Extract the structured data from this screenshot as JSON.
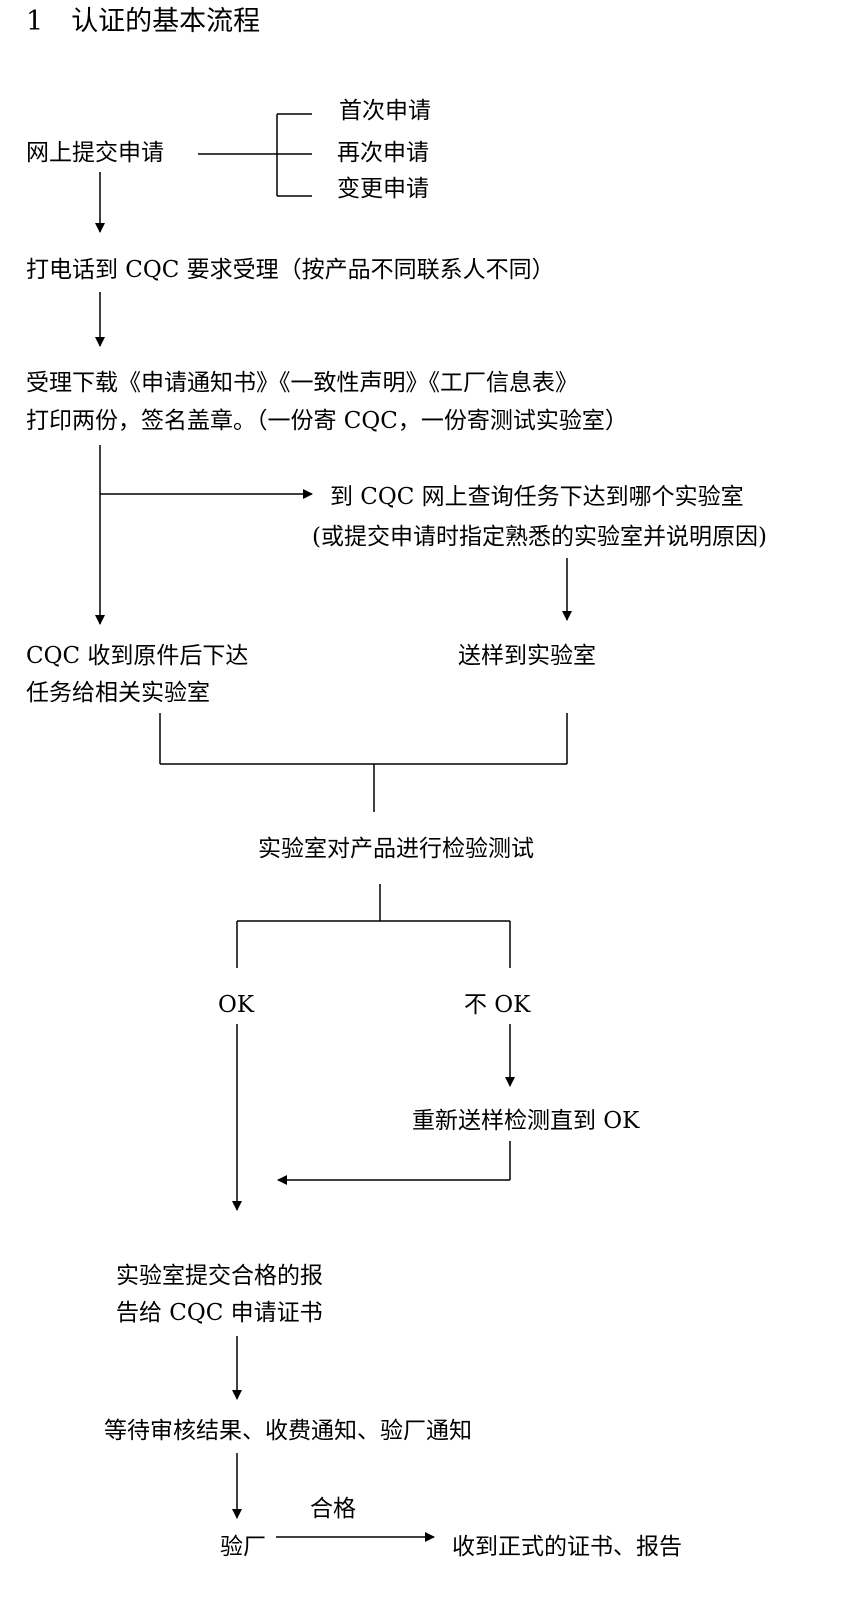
{
  "title": {
    "number": "1",
    "text": "认证的基本流程"
  },
  "nodes": {
    "submit_online": "网上提交申请",
    "first_apply": "首次申请",
    "reapply": "再次申请",
    "change_apply": "变更申请",
    "call_cqc": "打电话到 CQC 要求受理（按产品不同联系人不同）",
    "download_line1": "受理下载《申请通知书》《一致性声明》《工厂信息表》",
    "download_line2": "打印两份，签名盖章。（一份寄 CQC，一份寄测试实验室）",
    "query_line1": "到 CQC 网上查询任务下达到哪个实验室",
    "query_line2": "(或提交申请时指定熟悉的实验室并说明原因)",
    "cqc_line1": "CQC 收到原件后下达",
    "cqc_line2": "任务给相关实验室",
    "send_sample": "送样到实验室",
    "lab_test": "实验室对产品进行检验测试",
    "ok": "OK",
    "not_ok": "不 OK",
    "resend": "重新送样检测直到 OK",
    "report_line1": "实验室提交合格的报",
    "report_line2": "告给 CQC 申请证书",
    "wait_result": "等待审核结果、收费通知、验厂通知",
    "factory_audit": "验厂",
    "pass": "合格",
    "receive_cert": "收到正式的证书、报告"
  }
}
